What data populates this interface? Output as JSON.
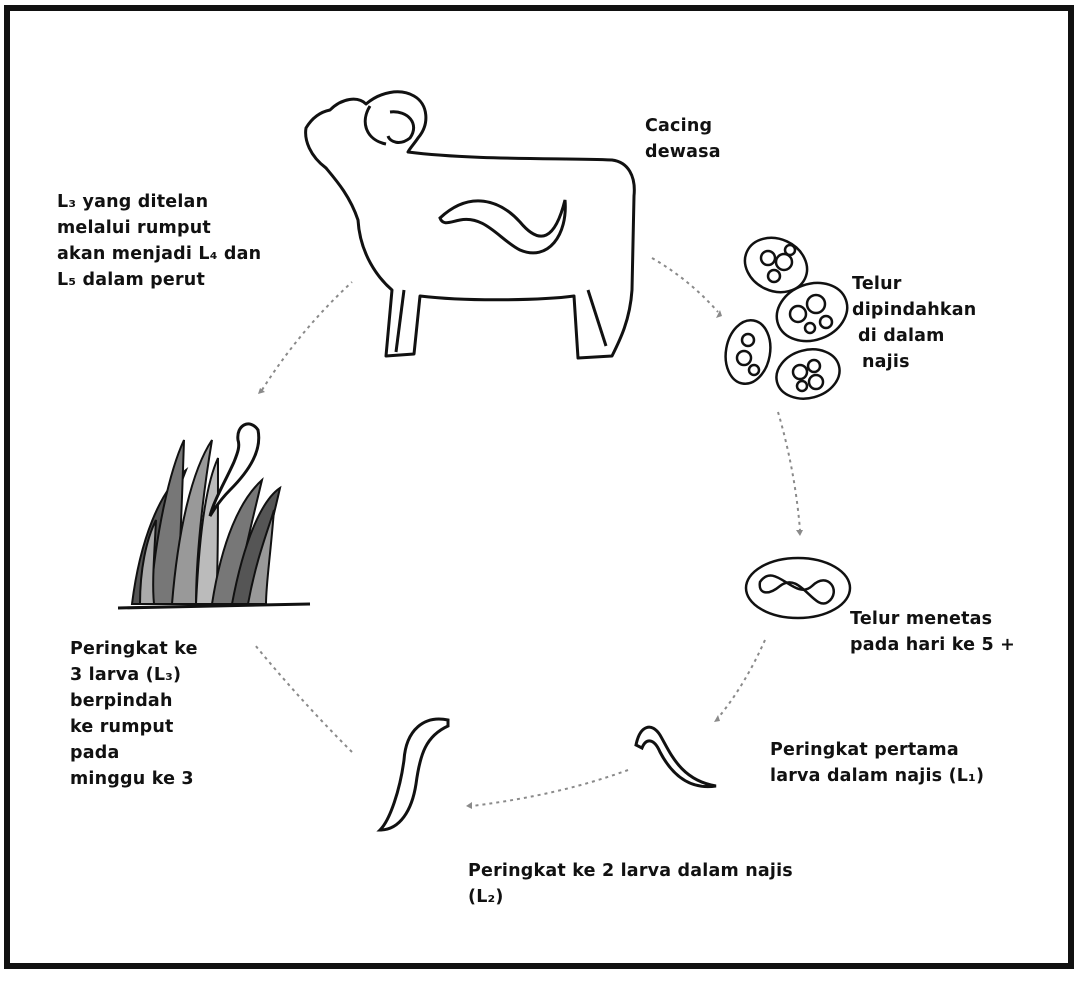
{
  "diagram": {
    "adult_worm": [
      "Cacing",
      "dewasa"
    ],
    "eggs_passed": [
      "Telur",
      "dipindahkan",
      "di dalam",
      "najis"
    ],
    "egg_hatch": [
      "Telur menetas",
      "pada hari ke 5 +"
    ],
    "l1_stage": [
      "Peringkat pertama",
      "larva dalam najis (L₁)"
    ],
    "l2_stage": [
      "Peringkat ke 2 larva dalam najis",
      "(L₂)"
    ],
    "l3_stage": [
      "Peringkat ke",
      "3 larva (L₃)",
      "berpindah",
      "ke rumput",
      "pada",
      "minggu ke 3"
    ],
    "ingested": [
      "L₃ yang ditelan",
      "melalui rumput",
      "akan menjadi L₄ dan",
      "L₅ dalam perut"
    ]
  },
  "icons": [
    "sheep-icon",
    "adult-worm-icon",
    "eggs-icon",
    "hatching-egg-icon",
    "l1-larva-icon",
    "l2-larva-icon",
    "grass-icon",
    "l3-larva-icon"
  ]
}
